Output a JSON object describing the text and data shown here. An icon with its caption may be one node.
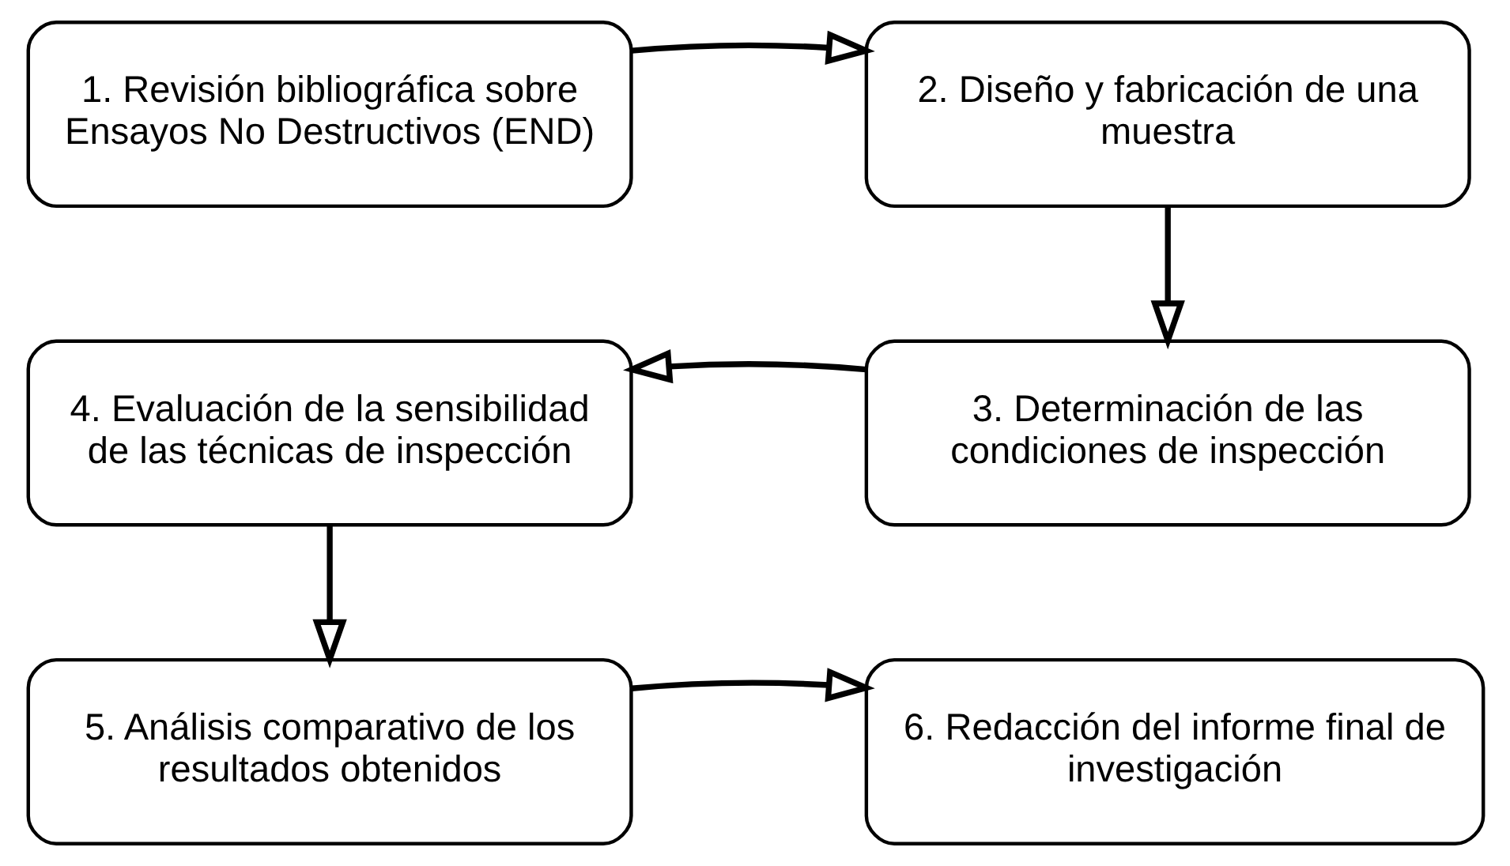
{
  "diagram": {
    "nodes": [
      {
        "text": [
          "1. Revisión bibliográfica sobre Ensayos No Destructivos (END)"
        ]
      },
      {
        "text": [
          "2. Diseño y fabricación de una muestra"
        ]
      },
      {
        "text": [
          "3. Determinación de las condiciones de inspección"
        ]
      },
      {
        "text": [
          "4. Evaluación de la sensibilidad de las técnicas de inspección"
        ]
      },
      {
        "text": [
          "5. Análisis comparativo de los resultados obtenidos"
        ]
      },
      {
        "text": [
          "6. Redacción del informe final de investigación"
        ]
      }
    ],
    "edges": [
      {
        "from": 0,
        "to": 1,
        "arrow": "to"
      },
      {
        "from": 1,
        "to": 2,
        "arrow": "to"
      },
      {
        "from": 2,
        "to": 3,
        "arrow": "to"
      },
      {
        "from": 3,
        "to": 4,
        "arrow": "to"
      },
      {
        "from": 4,
        "to": 5,
        "arrow": "to"
      }
    ]
  }
}
